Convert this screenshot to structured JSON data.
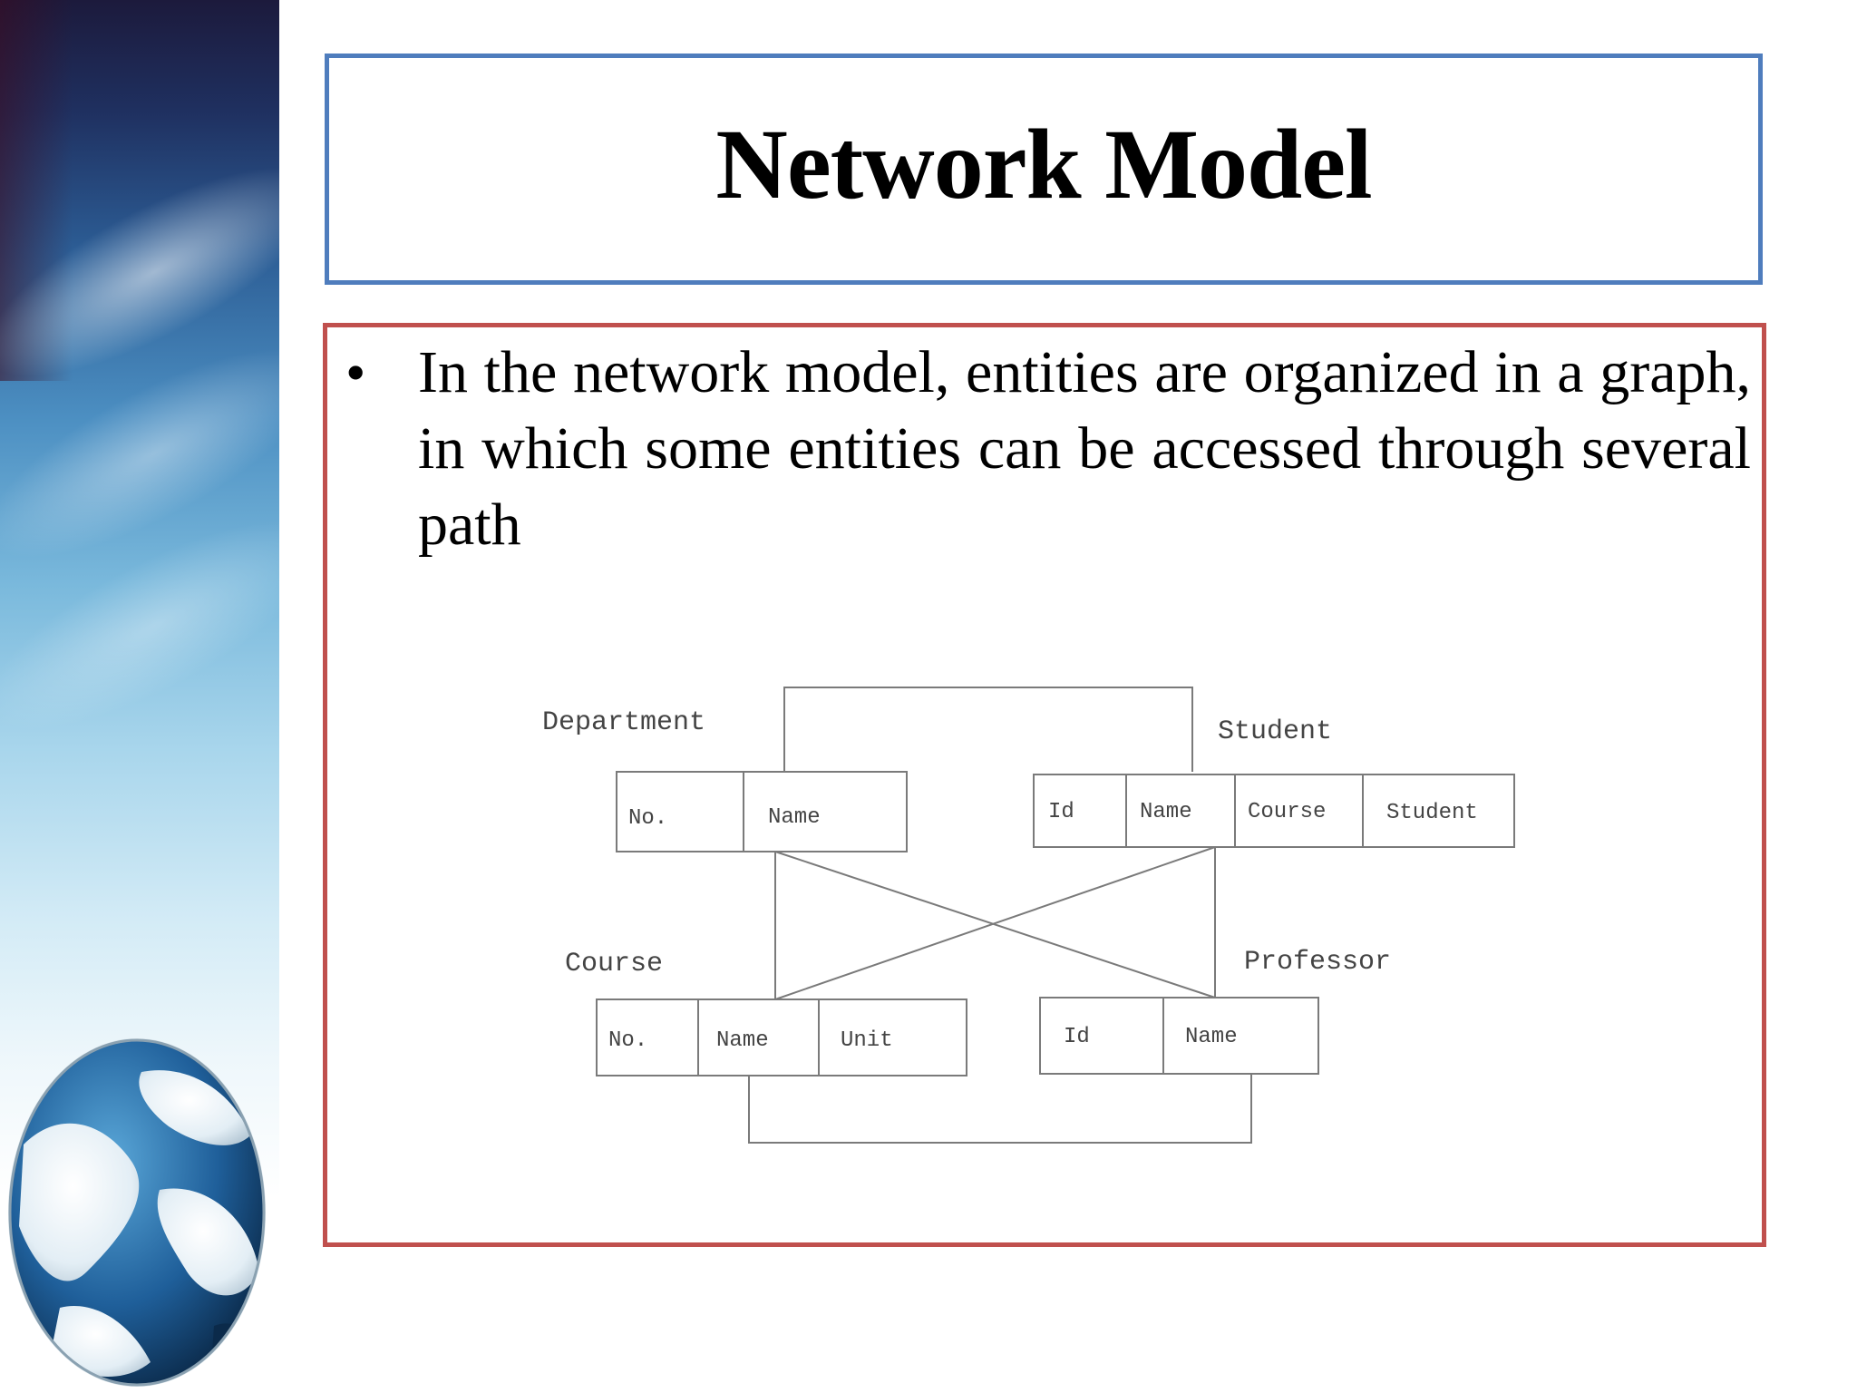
{
  "slide": {
    "title": "Network Model",
    "bullet": "In the network model, entities are organized in a graph, in which some entities can be accessed through several path"
  },
  "diagram": {
    "entities": [
      {
        "name": "Department",
        "fields": [
          "No.",
          "Name"
        ]
      },
      {
        "name": "Student",
        "fields": [
          "Id",
          "Name",
          "Course",
          "Student"
        ]
      },
      {
        "name": "Course",
        "fields": [
          "No.",
          "Name",
          "Unit"
        ]
      },
      {
        "name": "Professor",
        "fields": [
          "Id",
          "Name"
        ]
      }
    ]
  },
  "colors": {
    "title_border": "#4f7dbd",
    "content_border": "#c0504d",
    "diagram_line": "#7a7a7a"
  }
}
